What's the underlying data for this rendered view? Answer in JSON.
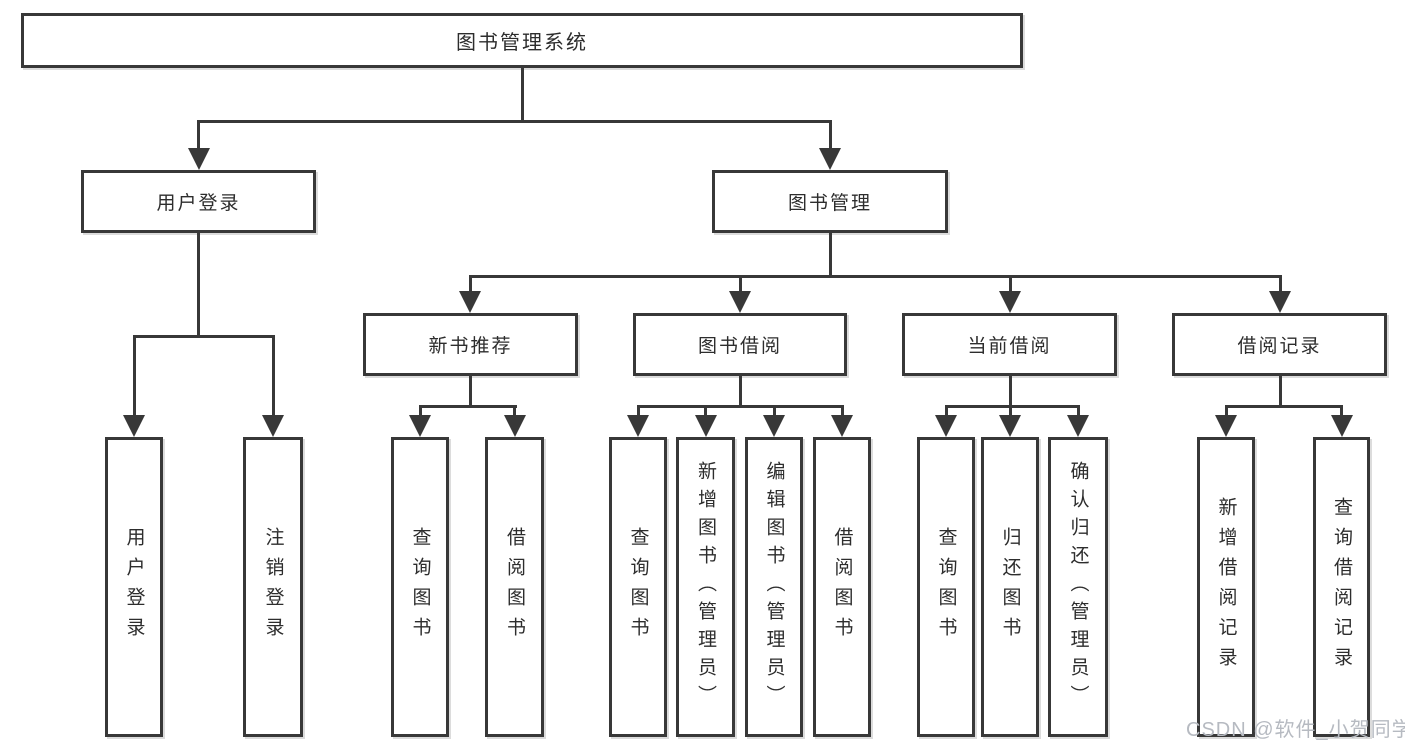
{
  "tree": {
    "label": "图书管理系统",
    "children": [
      {
        "label": "用户登录",
        "children": [
          {
            "label": "用户登录"
          },
          {
            "label": "注销登录"
          }
        ]
      },
      {
        "label": "图书管理",
        "children": [
          {
            "label": "新书推荐",
            "children": [
              {
                "label": "查询图书"
              },
              {
                "label": "借阅图书"
              }
            ]
          },
          {
            "label": "图书借阅",
            "children": [
              {
                "label": "查询图书"
              },
              {
                "label": "新增图书（管理员）"
              },
              {
                "label": "编辑图书（管理员）"
              },
              {
                "label": "借阅图书"
              }
            ]
          },
          {
            "label": "当前借阅",
            "children": [
              {
                "label": "查询图书"
              },
              {
                "label": "归还图书"
              },
              {
                "label": "确认归还（管理员）"
              }
            ]
          },
          {
            "label": "借阅记录",
            "children": [
              {
                "label": "新增借阅记录"
              },
              {
                "label": "查询借阅记录"
              }
            ]
          }
        ]
      }
    ]
  },
  "watermark": {
    "text": "CSDN @软件_小贺同学"
  },
  "colors": {
    "line": "#383838",
    "box_border": "#383838",
    "text": "#2d2d2d",
    "background": "#ffffff",
    "watermark_text": "#b6bac1"
  }
}
